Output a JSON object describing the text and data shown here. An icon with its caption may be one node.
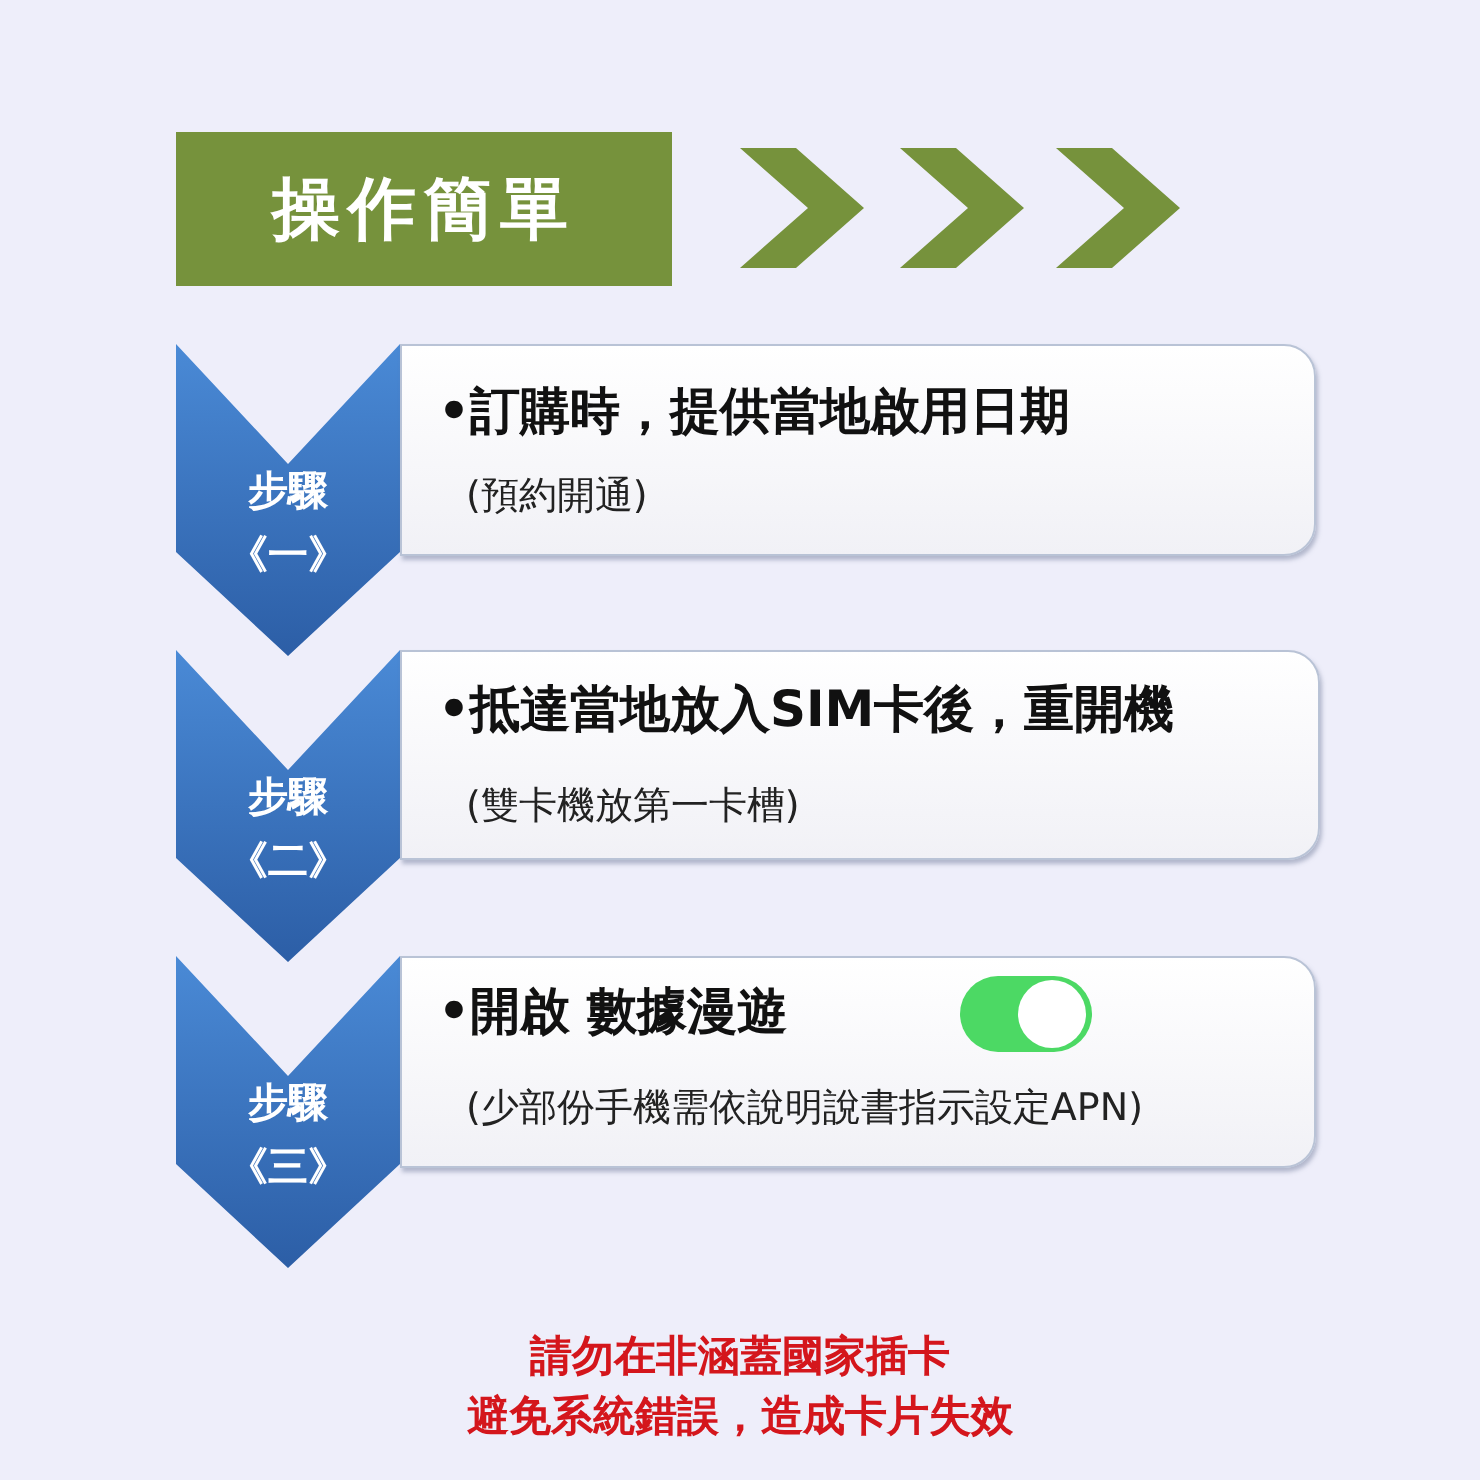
{
  "diagram": {
    "nodes": [
      {
        "text": [
          "操作簡單"
        ]
      },
      {
        "text": [
          "步驟",
          "《一》"
        ]
      },
      {
        "text": [
          "•訂購時，提供當地啟用日期",
          "(預約開通)"
        ]
      },
      {
        "text": [
          "步驟",
          "《二》"
        ]
      },
      {
        "text": [
          "•抵達當地放入SIM卡後，重開機",
          "(雙卡機放第一卡槽)"
        ]
      },
      {
        "text": [
          "步驟",
          "《三》"
        ]
      },
      {
        "text": [
          "•開啟 數據漫遊",
          "(少部份手機需依說明說書指示設定APN)"
        ]
      }
    ],
    "labels": [
      "請勿在非涵蓋國家插卡",
      "避免系統錯誤，造成卡片失效"
    ]
  }
}
